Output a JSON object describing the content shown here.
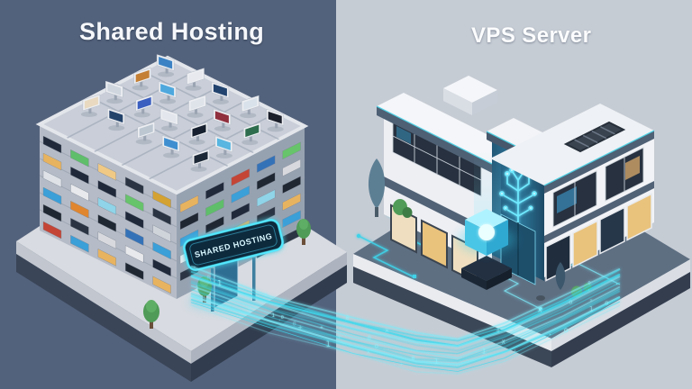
{
  "panels": {
    "left": {
      "title": "Shared Hosting",
      "sign_text": "SHARED HOSTING"
    },
    "right": {
      "title": "VPS Server"
    }
  },
  "colors": {
    "bg_left": "#53627c",
    "bg_right": "#c6ccd4",
    "accent_cyan": "#3fd9ee",
    "stream_bright": "#7de9f7",
    "stream_glyph": "#8feef9",
    "neon_sign_stroke": "#53e8ff",
    "neon_sign_fill": "#0d2b3c",
    "neon_sign_text": "#d8f7ff",
    "building_wall_left": "#b6bcc7",
    "building_wall_right": "#97a2b1",
    "building_roof": "#c9ced8",
    "platform_light": "#d8dbe1",
    "platform_dark_base": "#3a4558",
    "house_wall": "#edeff3",
    "house_trim": "#4e6074",
    "house_yard": "#5e6f82",
    "door_panel_teal": "#2e7a9e",
    "warm_window": "#e9c27c",
    "dark_window": "#27313f",
    "tree_green": "#4f9b57",
    "tree_blue": "#5d7f94"
  },
  "scene": {
    "roof_screens": [
      "#3b82c4",
      "#e8e9ee",
      "#22436e",
      "#d9e2ea",
      "#1b1f2a",
      "#c47f35",
      "#4ea8de",
      "#dfe4ea",
      "#902f3e",
      "#2e6e4e",
      "#cfd6de",
      "#3b5fc0",
      "#e3e6ec",
      "#16202e",
      "#58b6e0",
      "#e8d9c0",
      "#24436b",
      "#bcc7d2",
      "#3f8fd0",
      "#1c2836"
    ],
    "left_facade_windows": [
      "#20293a",
      "#e8b35f",
      "#dfe3e8",
      "#3b9fd8",
      "#1f2733",
      "#c44536",
      "#5fbe6a",
      "#20293a",
      "#e8e9ec",
      "#e0862f",
      "#2b3442",
      "#3b9fd8",
      "#f0c985",
      "#20293a",
      "#8fd4e8",
      "#1f2733",
      "#d8d9de",
      "#e8b35f",
      "#2b3442",
      "#67c46a",
      "#20293a",
      "#3472b8",
      "#e8e9ec",
      "#1f2733",
      "#d4a231",
      "#2b3442",
      "#cfd3da",
      "#3b9fd8",
      "#20293a",
      "#e8b35f"
    ],
    "right_facade_windows": [
      "#e8b35f",
      "#1f2733",
      "#3b9fd8",
      "#e8e9ec",
      "#2b3442",
      "#d4a231",
      "#20293a",
      "#5fbe6a",
      "#1f2733",
      "#e0862f",
      "#dfe3e8",
      "#2b3442",
      "#c44536",
      "#3b9fd8",
      "#20293a",
      "#e8b35f",
      "#16202e",
      "#cfd3da",
      "#3472b8",
      "#1f2733",
      "#8fd4e8",
      "#2b3442",
      "#e8e9ec",
      "#20293a",
      "#67c46a",
      "#d8d9de",
      "#1f2733",
      "#e8b35f",
      "#3b9fd8",
      "#2b3442"
    ],
    "stream_glyphs": [
      "0",
      "1",
      "+",
      "o",
      "·",
      "x",
      "0",
      "1",
      "·"
    ],
    "stream_line_count": 13
  }
}
